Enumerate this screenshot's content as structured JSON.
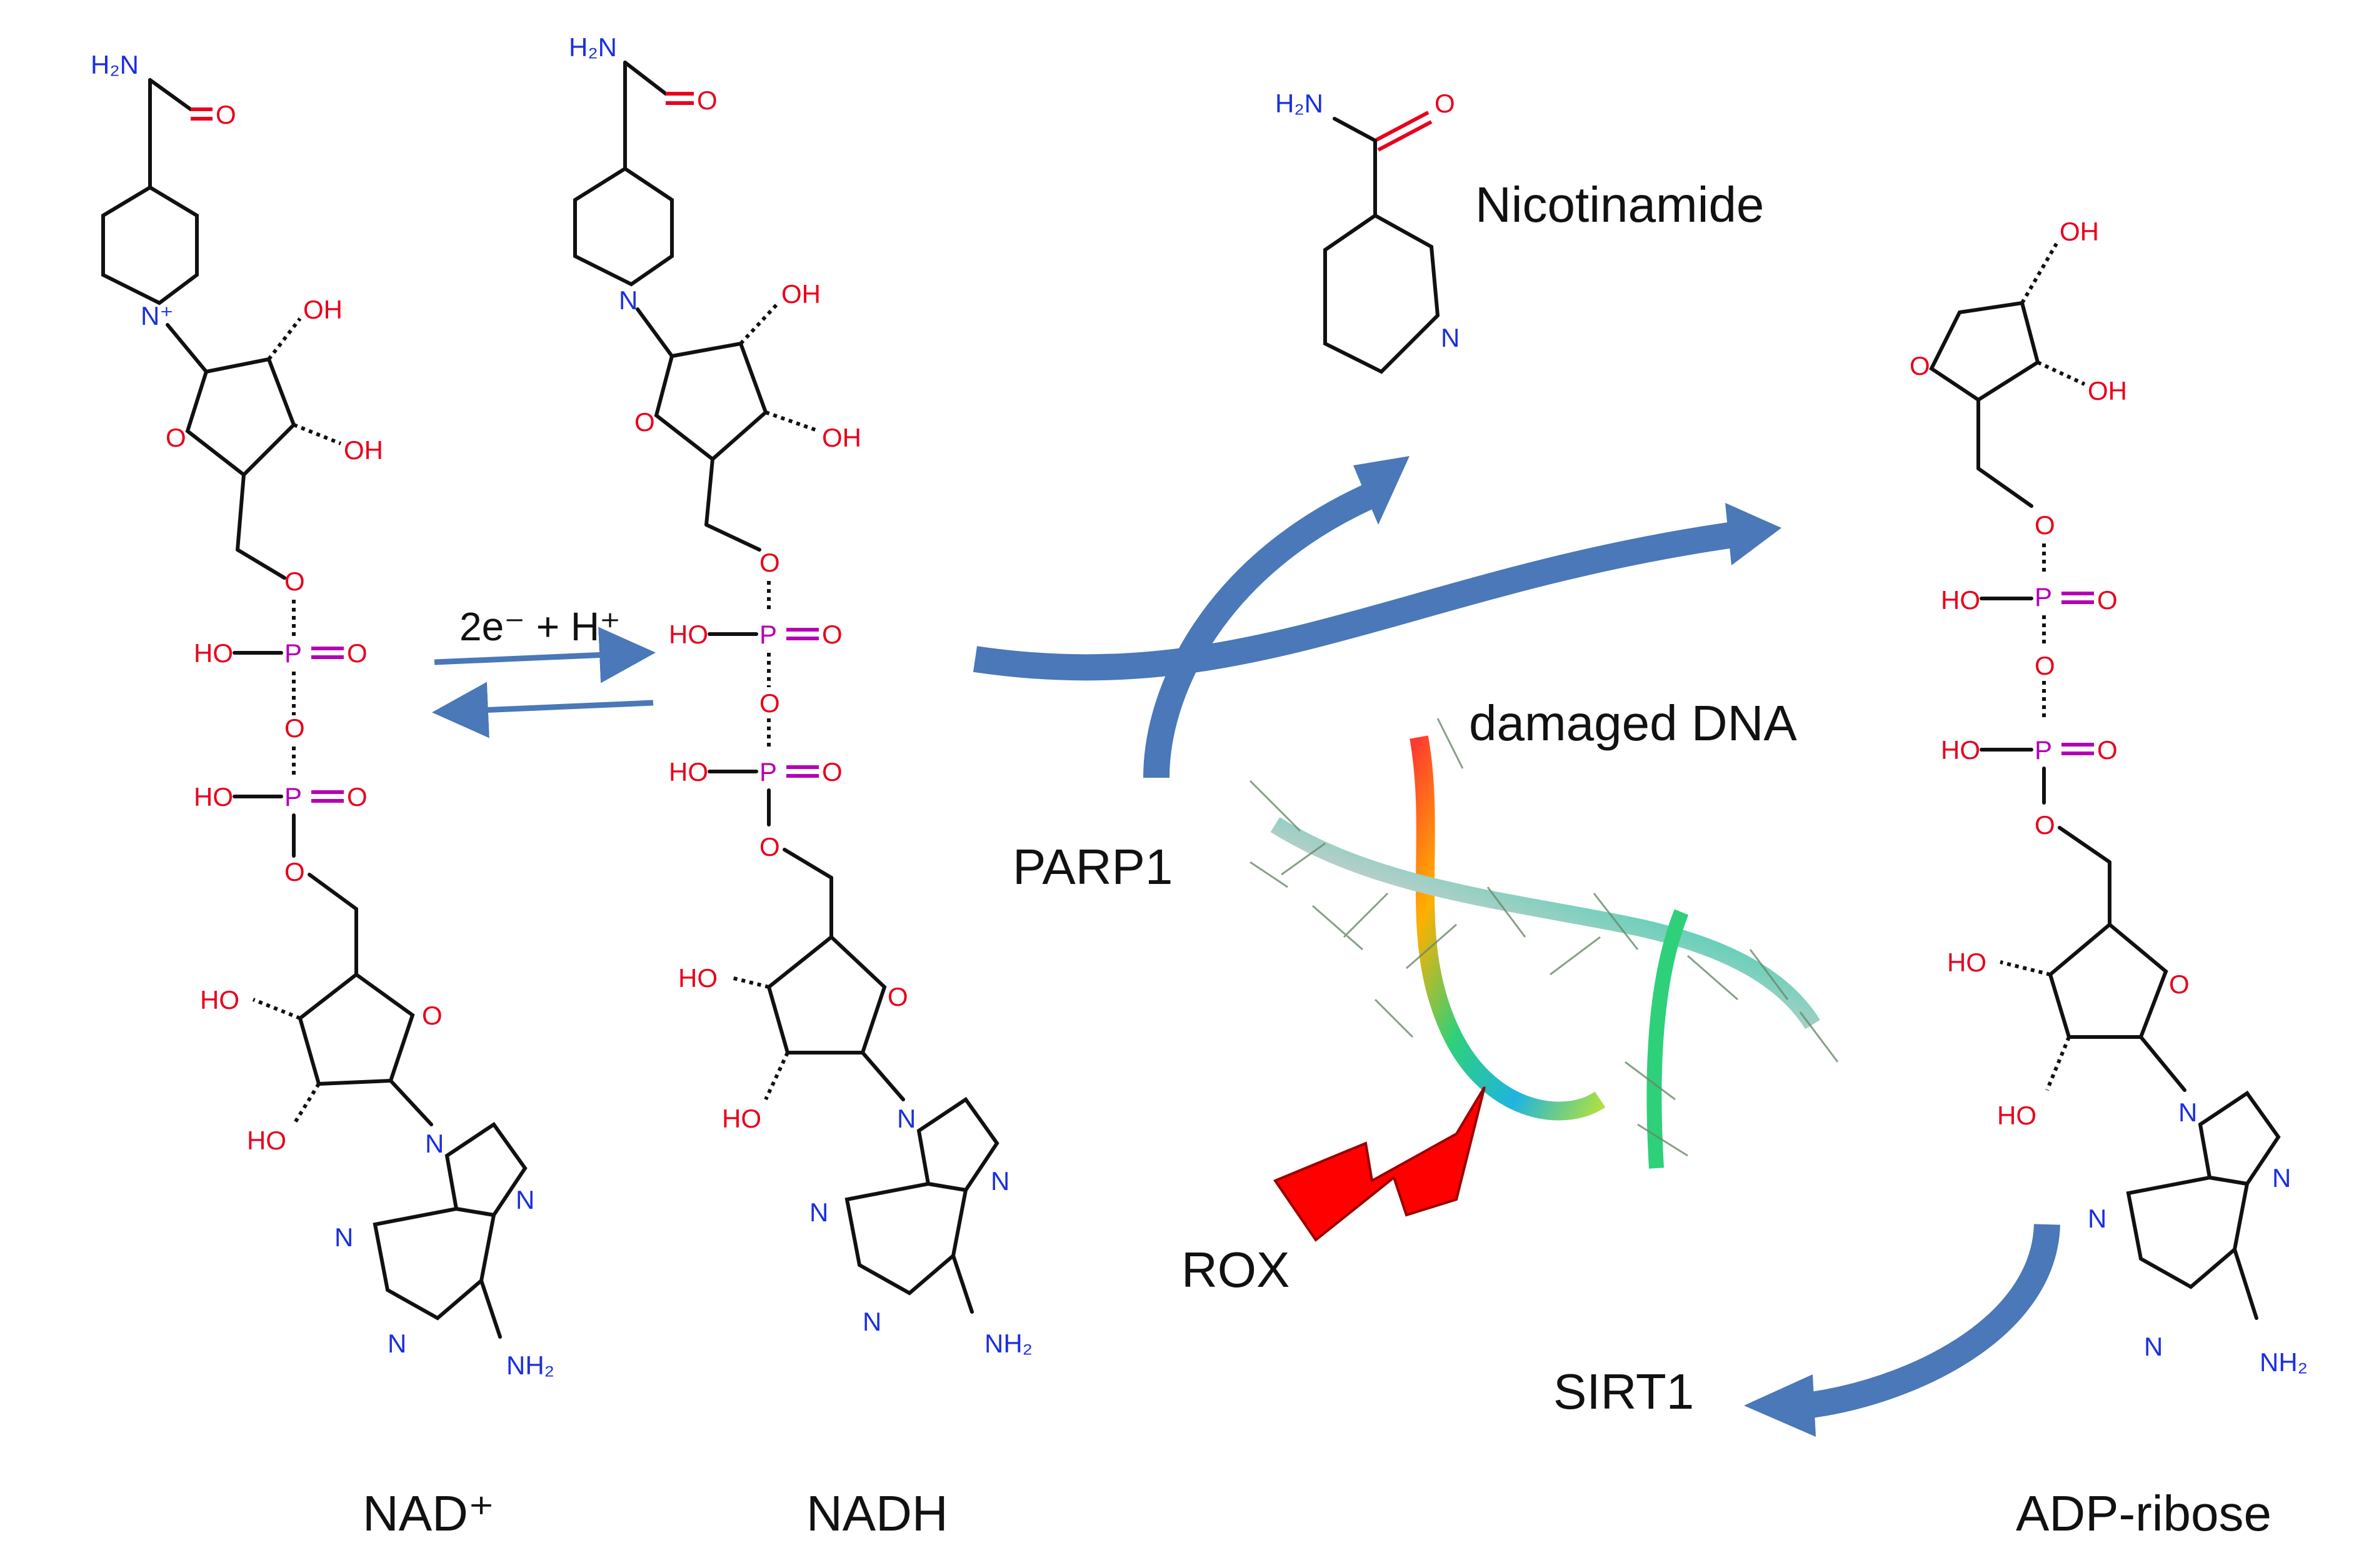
{
  "labels": {
    "nad_plus": "NAD⁺",
    "nadh": "NADH",
    "adp_ribose": "ADP-ribose",
    "nicotinamide": "Nicotinamide",
    "damaged_dna": "damaged DNA",
    "parp1": "PARP1",
    "sirt1": "SIRT1",
    "rox": "ROX",
    "redox": "2e⁻ + H⁺"
  },
  "atoms": {
    "h2n": "H₂N",
    "nh2": "NH₂",
    "o": "O",
    "oh": "OH",
    "ho": "HO",
    "n": "N",
    "n_plus": "N⁺",
    "p": "P"
  },
  "colors": {
    "oxygen": "#e8001c",
    "nitrogen": "#1a2fe0",
    "phosphorus": "#b400b4",
    "arrow": "#4a78b8",
    "lightning": "#ff0000"
  }
}
